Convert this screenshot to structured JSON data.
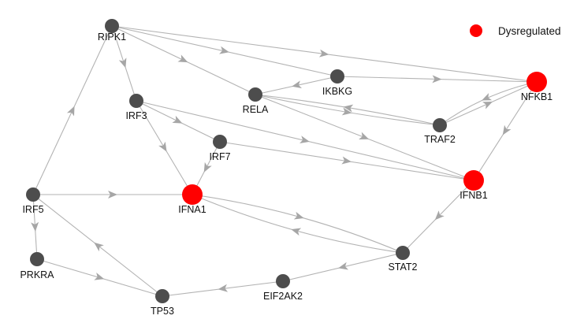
{
  "legend": {
    "label": "Dysregulated",
    "color": "#ff0000"
  },
  "colors": {
    "normal_node": "#4d4d4d",
    "dysregulated_node": "#ff0000",
    "edge": "#b3b3b3",
    "arrow": "#a6a6a6"
  },
  "nodes": [
    {
      "id": "RIPK1",
      "label": "RIPK1",
      "dysregulated": false
    },
    {
      "id": "IKBKG",
      "label": "IKBKG",
      "dysregulated": false
    },
    {
      "id": "NFKB1",
      "label": "NFKB1",
      "dysregulated": true
    },
    {
      "id": "RELA",
      "label": "RELA",
      "dysregulated": false
    },
    {
      "id": "IRF3",
      "label": "IRF3",
      "dysregulated": false
    },
    {
      "id": "TRAF2",
      "label": "TRAF2",
      "dysregulated": false
    },
    {
      "id": "IRF7",
      "label": "IRF7",
      "dysregulated": false
    },
    {
      "id": "IFNB1",
      "label": "IFNB1",
      "dysregulated": true
    },
    {
      "id": "IRF5",
      "label": "IRF5",
      "dysregulated": false
    },
    {
      "id": "IFNA1",
      "label": "IFNA1",
      "dysregulated": true
    },
    {
      "id": "PRKRA",
      "label": "PRKRA",
      "dysregulated": false
    },
    {
      "id": "STAT2",
      "label": "STAT2",
      "dysregulated": false
    },
    {
      "id": "EIF2AK2",
      "label": "EIF2AK2",
      "dysregulated": false
    },
    {
      "id": "TP53",
      "label": "TP53",
      "dysregulated": false
    }
  ],
  "edges": [
    {
      "from": "RIPK1",
      "to": "NFKB1"
    },
    {
      "from": "RIPK1",
      "to": "IKBKG"
    },
    {
      "from": "RIPK1",
      "to": "RELA"
    },
    {
      "from": "RIPK1",
      "to": "IRF3"
    },
    {
      "from": "IKBKG",
      "to": "NFKB1"
    },
    {
      "from": "IKBKG",
      "to": "RELA"
    },
    {
      "from": "RELA",
      "to": "TRAF2"
    },
    {
      "from": "RELA",
      "to": "IFNB1"
    },
    {
      "from": "NFKB1",
      "to": "TRAF2"
    },
    {
      "from": "NFKB1",
      "to": "IFNB1"
    },
    {
      "from": "TRAF2",
      "to": "NFKB1"
    },
    {
      "from": "TRAF2",
      "to": "RELA"
    },
    {
      "from": "IRF3",
      "to": "IRF7"
    },
    {
      "from": "IRF3",
      "to": "IFNA1"
    },
    {
      "from": "IRF3",
      "to": "IFNB1"
    },
    {
      "from": "IRF7",
      "to": "IFNA1"
    },
    {
      "from": "IRF7",
      "to": "IFNB1"
    },
    {
      "from": "IRF5",
      "to": "RIPK1"
    },
    {
      "from": "IRF5",
      "to": "IFNA1"
    },
    {
      "from": "IRF5",
      "to": "PRKRA"
    },
    {
      "from": "IFNA1",
      "to": "STAT2"
    },
    {
      "from": "STAT2",
      "to": "IFNA1"
    },
    {
      "from": "IFNB1",
      "to": "STAT2"
    },
    {
      "from": "STAT2",
      "to": "EIF2AK2"
    },
    {
      "from": "EIF2AK2",
      "to": "TP53"
    },
    {
      "from": "PRKRA",
      "to": "TP53"
    },
    {
      "from": "TP53",
      "to": "IRF5"
    }
  ]
}
